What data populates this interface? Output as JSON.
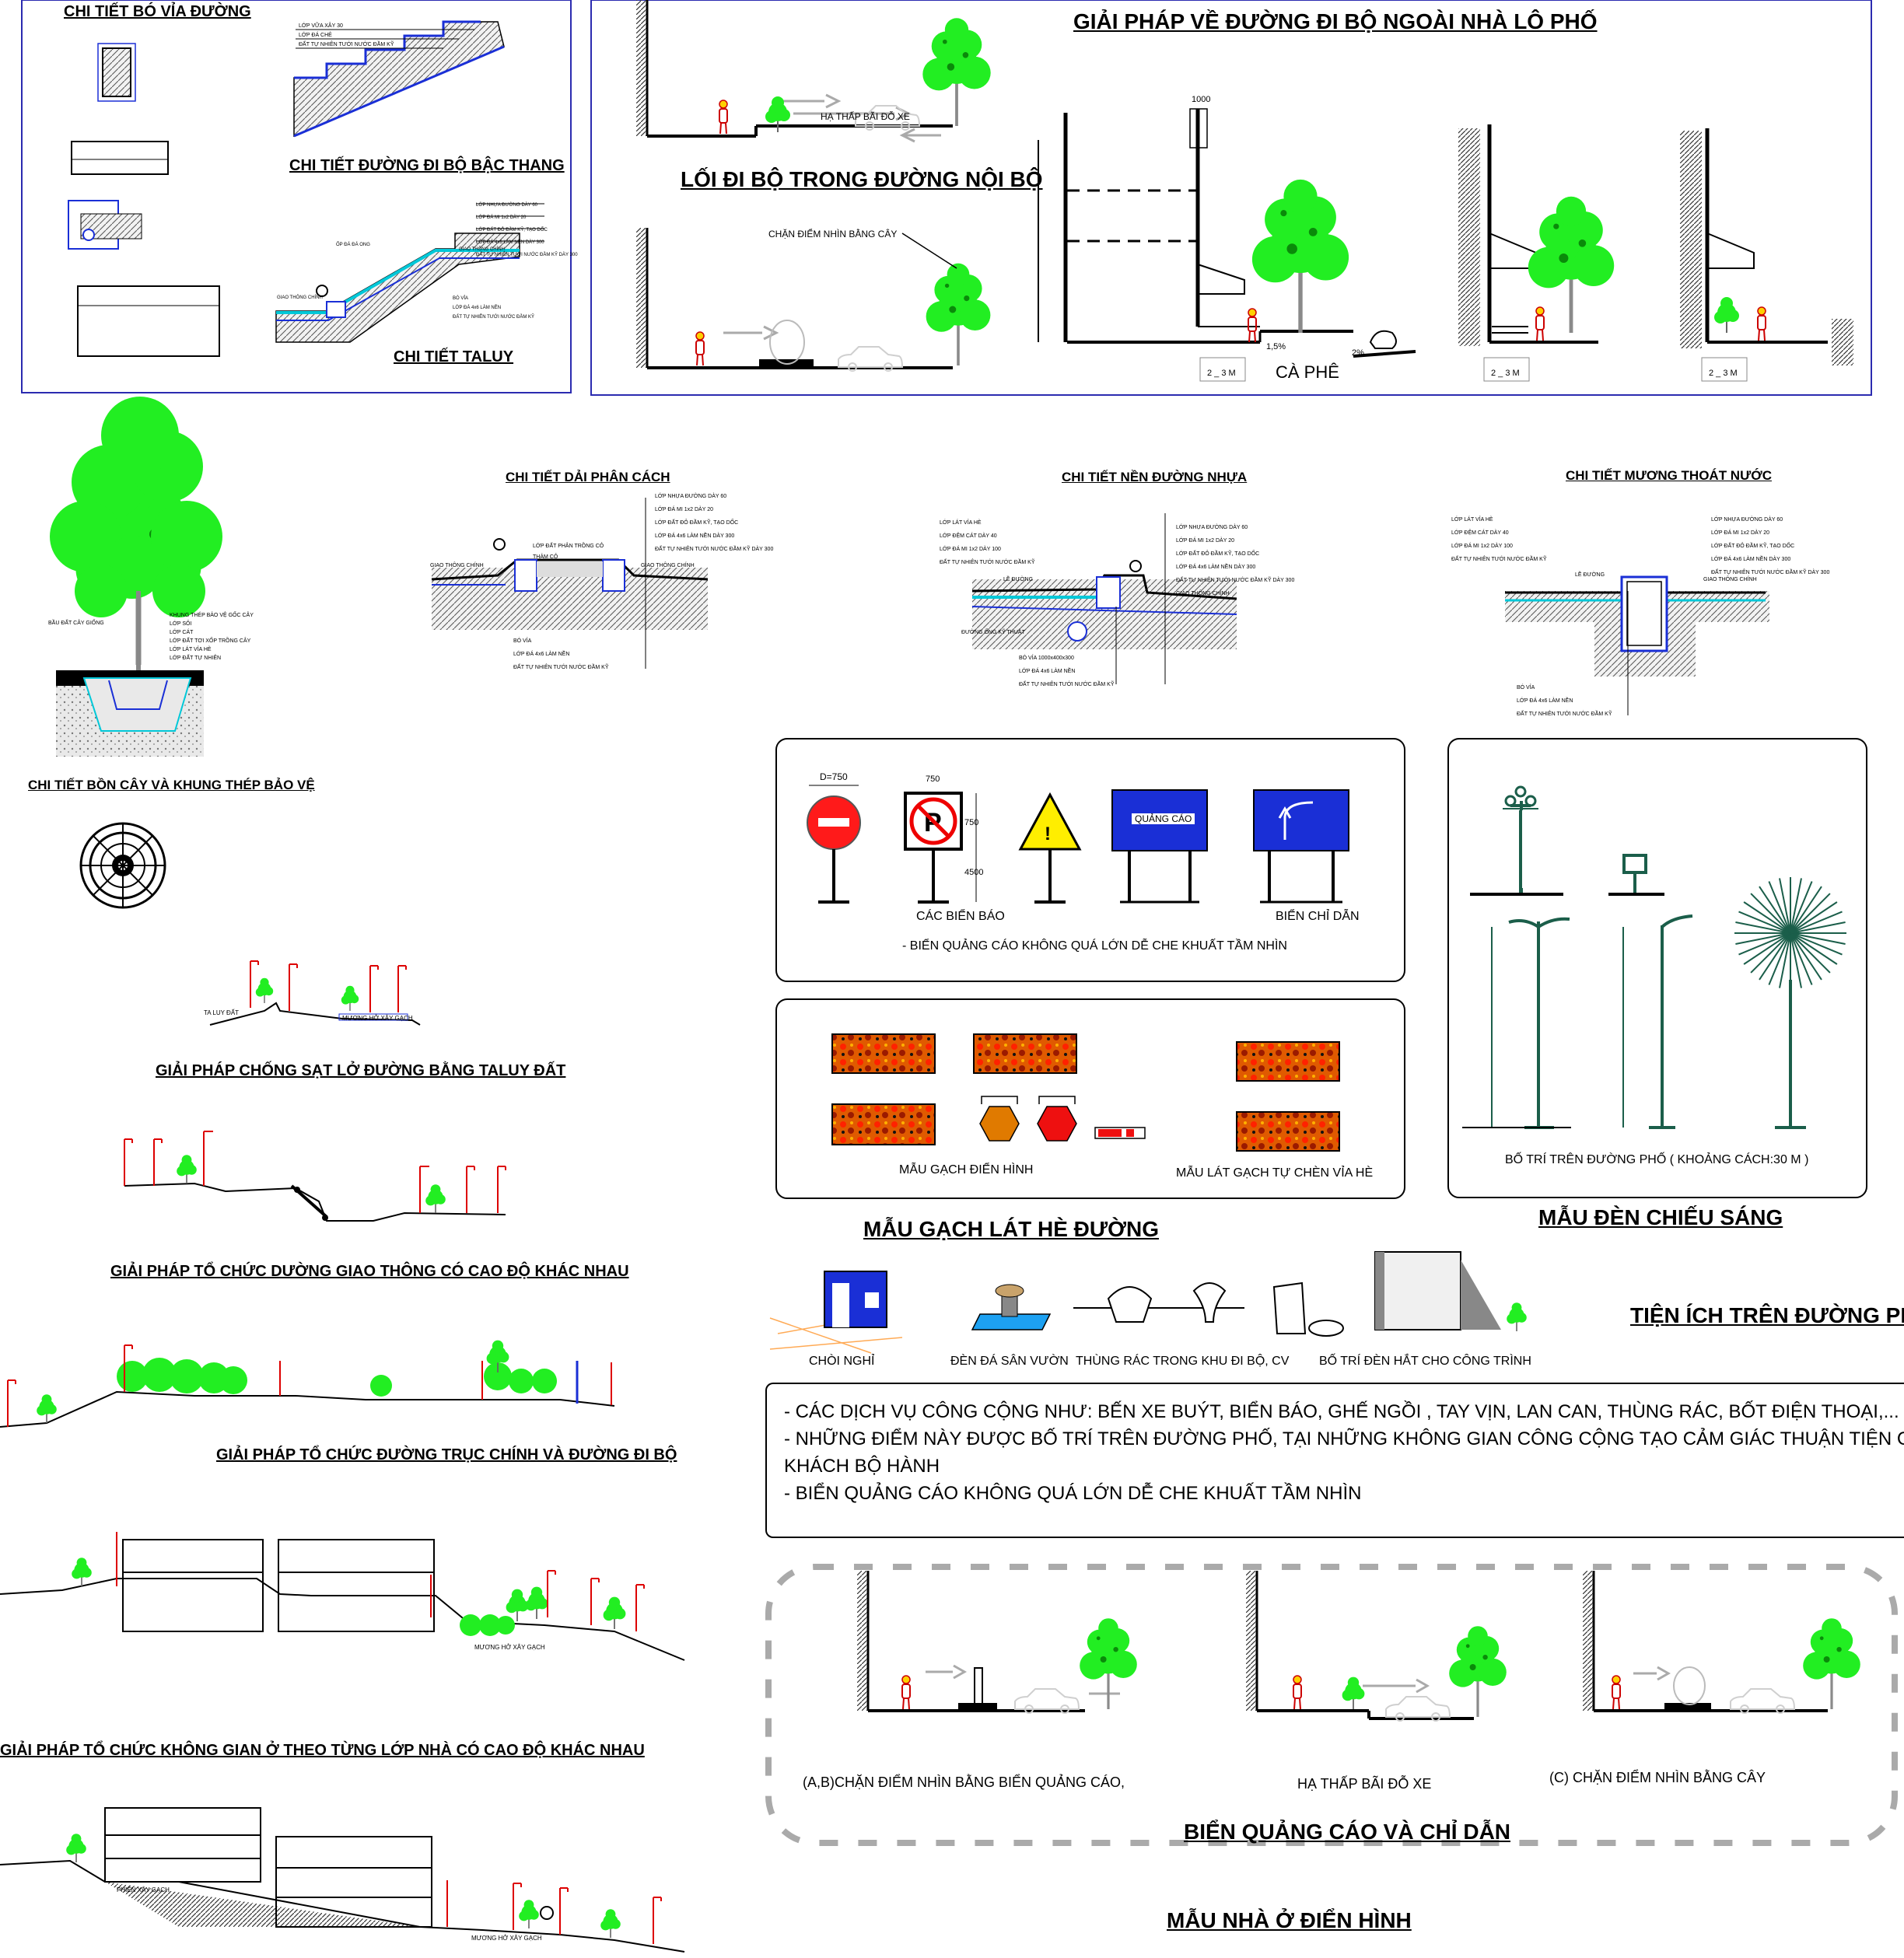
{
  "titles": {
    "bo_via": "CHI TIẾT BÓ VỈA ĐƯỜNG",
    "bac_thang": "CHI TIẾT ĐƯỜNG ĐI BỘ BẬC THANG",
    "taluy": "CHI TIẾT TALUY",
    "di_bo_lo_pho": "GIẢI PHÁP VỀ ĐƯỜNG ĐI BỘ NGOÀI NHÀ LÔ PHỐ",
    "loi_di_noi_bo": "LỐI ĐI BỘ TRONG ĐƯỜNG NỘI BỘ",
    "dai_phan_cach": "CHI TIẾT DẢI PHÂN CÁCH",
    "nen_duong_nhua": "CHI TIẾT NỀN ĐƯỜNG NHỰA",
    "muong_thoat_nuoc": "CHI TIẾT MƯƠNG THOÁT NƯỚC",
    "bon_cay": "CHI TIẾT BỒN CÂY VÀ KHUNG THÉP BẢO VỆ",
    "sat_lo": "GIẢI PHÁP CHỐNG SẠT LỞ ĐƯỜNG BẰNG TALUY ĐẤT",
    "cao_do": "GIẢI PHÁP TỔ CHỨC DƯỜNG GIAO THÔNG CÓ CAO ĐỘ KHÁC NHAU",
    "truc_chinh": "GIẢI PHÁP TỔ CHỨC ĐƯỜNG TRỤC CHÍNH VÀ ĐƯỜNG ĐI BỘ",
    "khong_gian_o": "GIẢI PHÁP TỔ CHỨC KHÔNG GIAN Ở THEO TỪNG LỚP NHÀ CÓ CAO ĐỘ KHÁC NHAU",
    "gach_lat": "MẪU GẠCH LÁT HÈ ĐƯỜNG",
    "den_chieu_sang": "MẪU ĐÈN CHIẾU SÁNG",
    "tien_ich": "TIỆN ÍCH TRÊN ĐƯỜNG PHỐ",
    "bien_quang_cao": "BIỂN QUẢNG CÁO VÀ CHỈ DẪN",
    "nha_o": "MẪU NHÀ Ở ĐIỂN HÌNH"
  },
  "labels": {
    "ha_thap_bai_do_xe_top": "HẠ THẤP BÃI ĐỖ XE",
    "chan_diem_nhin_cay_top": "CHẶN ĐIỂM NHÌN BẰNG CÂY",
    "dim_1000": "1000",
    "slope_15": "1,5%",
    "slope_2": "2%",
    "ca_phe": "CÀ PHÊ",
    "dim_2_3m_a": "2 _ 3 M",
    "dim_2_3m_b": "2 _ 3 M",
    "dim_2_3m_c": "2 _ 3 M",
    "sign_d750": "D=750",
    "sign_750": "750",
    "sign_750_side": "750",
    "sign_4500": "4500",
    "quang_cao": "QUẢNG CÁO",
    "cac_bien_bao": "CÁC BIỂN BÁO",
    "bien_chi_dan": "BIỂN CHỈ DẪN",
    "bien_qc_note": "- BIỂN QUẢNG CÁO KHÔNG QUÁ LỚN DỄ CHE KHUẤT TẦM NHÌN",
    "mau_gach": "MẪU GẠCH ĐIỂN HÌNH",
    "mau_lat_gach": "MẪU LÁT GẠCH TỰ CHÈN VỈA HÈ",
    "bo_tri_den": "BỐ TRÍ TRÊN ĐƯỜNG PHỐ ( KHOẢNG CÁCH:30 M )",
    "choi_nghi": "CHÒI NGHỈ",
    "den_da": "ĐÈN ĐÁ SÂN VƯỜN",
    "thung_rac": "THÙNG RÁC TRONG KHU ĐI BỘ, CV",
    "den_hat": "BỐ TRÍ ĐÈN HẮT CHO CÔNG TRÌNH",
    "chan_qc": "(A,B)CHẶN ĐIỂM NHÌN BẰNG BIỂN QUẢNG CÁO,",
    "ha_thap_bottom": "HẠ THẤP BÃI ĐỖ XE",
    "chan_cay_bottom": "(C) CHẶN ĐIỂM NHÌN BẰNG CÂY",
    "ta_luy_dat": "TA LUY ĐẤT",
    "muong_ho": "MƯƠNG HỞ XÂY GẠCH",
    "muong_ho_2": "MƯƠNG HỞ XÂY GẠCH",
    "muong_ho_3": "MƯƠNG HỞ XÂY GẠCH",
    "phien_xay_gach": "PHIẾN XÂY GẠCH"
  },
  "notes": [
    "- CÁC DỊCH VỤ CÔNG CỘNG NHƯ: BẾN XE BUÝT, BIỂN BÁO, GHẾ NGỒI , TAY VỊN, LAN CAN, THÙNG RÁC, BỐT ĐIỆN THOẠI,...",
    "- NHỮNG ĐIỂM NÀY ĐƯỢC BỐ TRÍ TRÊN ĐƯỜNG PHỐ, TẠI NHỮNG KHÔNG GIAN CÔNG CỘNG TẠO CẢM GIÁC THUẬN TIỆN CHO",
    "KHÁCH BỘ HÀNH",
    "- BIỂN QUẢNG CÁO KHÔNG QUÁ LỚN DỄ CHE KHUẤT TẦM NHÌN"
  ],
  "layer_notes": {
    "dai_phan_cach": [
      "LỚP NHỰA ĐƯỜNG DÀY 60",
      "LỚP ĐÁ MI 1x2 DÀY 20",
      "LỚP ĐẤT ĐỎ ĐẦM KỸ, TẠO DỐC",
      "LỚP ĐÁ 4x6 LÀM NỀN DÀY 300",
      "ĐẤT TỰ NHIÊN TƯỚI NƯỚC ĐẦM KỸ DÀY 300"
    ],
    "dai_phan_cach_left": [
      "LỚP ĐẤT PHÂN TRỒNG CỎ",
      "THẢM CỎ",
      "GIAO THÔNG CHÍNH",
      "GIAO THÔNG CHÍNH"
    ],
    "dai_phan_cach_bottom": [
      "BÓ VỈA",
      "LỚP ĐÁ 4x6 LÀM NỀN",
      "ĐẤT TỰ NHIÊN TƯỚI NƯỚC ĐẦM KỸ"
    ],
    "nen_nhua_left": [
      "LỚP LÁT VỈA HÈ",
      "LỚP ĐỆM CÁT DÀY 40",
      "LỚP ĐÁ MI 1x2 DÀY 100",
      "ĐẤT TỰ NHIÊN TƯỚI NƯỚC ĐẦM KỸ"
    ],
    "nen_nhua_right": [
      "LỚP NHỰA ĐƯỜNG DÀY 60",
      "LỚP ĐÁ MI 1x2 DÀY 20",
      "LỚP ĐẤT ĐỎ ĐẦM KỸ, TẠO DỐC",
      "LỚP ĐÁ 4x6 LÀM NỀN DÀY 300",
      "ĐẤT TỰ NHIÊN TƯỚI NƯỚC ĐẦM KỸ DÀY 300",
      "GIAO THÔNG CHÍNH"
    ],
    "nen_nhua_bottom": [
      "LỀ ĐƯỜNG",
      "ĐƯỜNG ỐNG KỸ THUẬT",
      "BÓ VỈA 1000x400x300",
      "LỚP ĐÁ 4x6 LÀM NỀN",
      "ĐẤT TỰ NHIÊN TƯỚI NƯỚC ĐẦM KỸ"
    ],
    "muong_left": [
      "LỚP LÁT VỈA HÈ",
      "LỚP ĐỆM CÁT DÀY 40",
      "LỚP ĐÁ MI 1x2 DÀY 100",
      "ĐẤT TỰ NHIÊN TƯỚI NƯỚC ĐẦM KỸ"
    ],
    "muong_right": [
      "LỚP NHỰA ĐƯỜNG DÀY 60",
      "LỚP ĐÁ MI 1x2 DÀY 20",
      "LỚP ĐẤT ĐỎ ĐẦM KỸ, TẠO DỐC",
      "LỚP ĐÁ 4x6 LÀM NỀN DÀY 300",
      "ĐẤT TỰ NHIÊN TƯỚI NƯỚC ĐẦM KỸ DÀY 300"
    ],
    "muong_bottom": [
      "LỀ ĐƯỜNG",
      "GIAO THÔNG CHÍNH",
      "BÓ VỈA",
      "LỚP ĐÁ 4x6 LÀM NỀN",
      "ĐẤT TỰ NHIÊN TƯỚI NƯỚC ĐẦM KỸ"
    ],
    "bon_cay": [
      "KHUNG THÉP BẢO VỆ GỐC CÂY",
      "LỚP SỎI",
      "LỚP CÁT",
      "LỚP ĐẤT TƠI XỐP TRỒNG CÂY",
      "LỚP LÁT VỈA HÈ",
      "LỚP ĐẤT TỰ NHIÊN",
      "BẦU ĐẤT CÂY GIỐNG"
    ],
    "bac_thang": [
      "LỚP VỮA XÂY 30",
      "LỚP ĐÁ CHẺ",
      "ĐẤT TỰ NHIÊN TƯỚI NƯỚC ĐẦM KỸ"
    ],
    "taluy": [
      "LỚP NHỰA ĐƯỜNG DÀY 60",
      "LỚP ĐÁ MI 1x2 DÀY 20",
      "LỚP ĐẤT ĐỎ ĐẦM KỸ, TẠO DỐC",
      "LỚP ĐÁ 4x6 LÀM NỀN DÀY 300",
      "ĐẤT TỰ NHIÊN TƯỚI NƯỚC ĐẦM KỸ DÀY 300",
      "ỐP ĐÁ ĐÁ ONG",
      "GIAO THÔNG CHÍNH",
      "GIAO THÔNG CHÍNH",
      "BÓ VỈA",
      "LỚP ĐÁ 4x6 LÀM NỀN",
      "ĐẤT TỰ NHIÊN TƯỚI NƯỚC ĐẦM KỸ"
    ]
  },
  "colors": {
    "tree": "#22ee22",
    "tree_dark": "#0a8a0a",
    "blue": "#1a2fd6",
    "cyan": "#00c8d8",
    "red": "#d80000",
    "brick": "#e05a00",
    "lamp": "#1b5e4a",
    "frame": "#2b2bb0"
  }
}
